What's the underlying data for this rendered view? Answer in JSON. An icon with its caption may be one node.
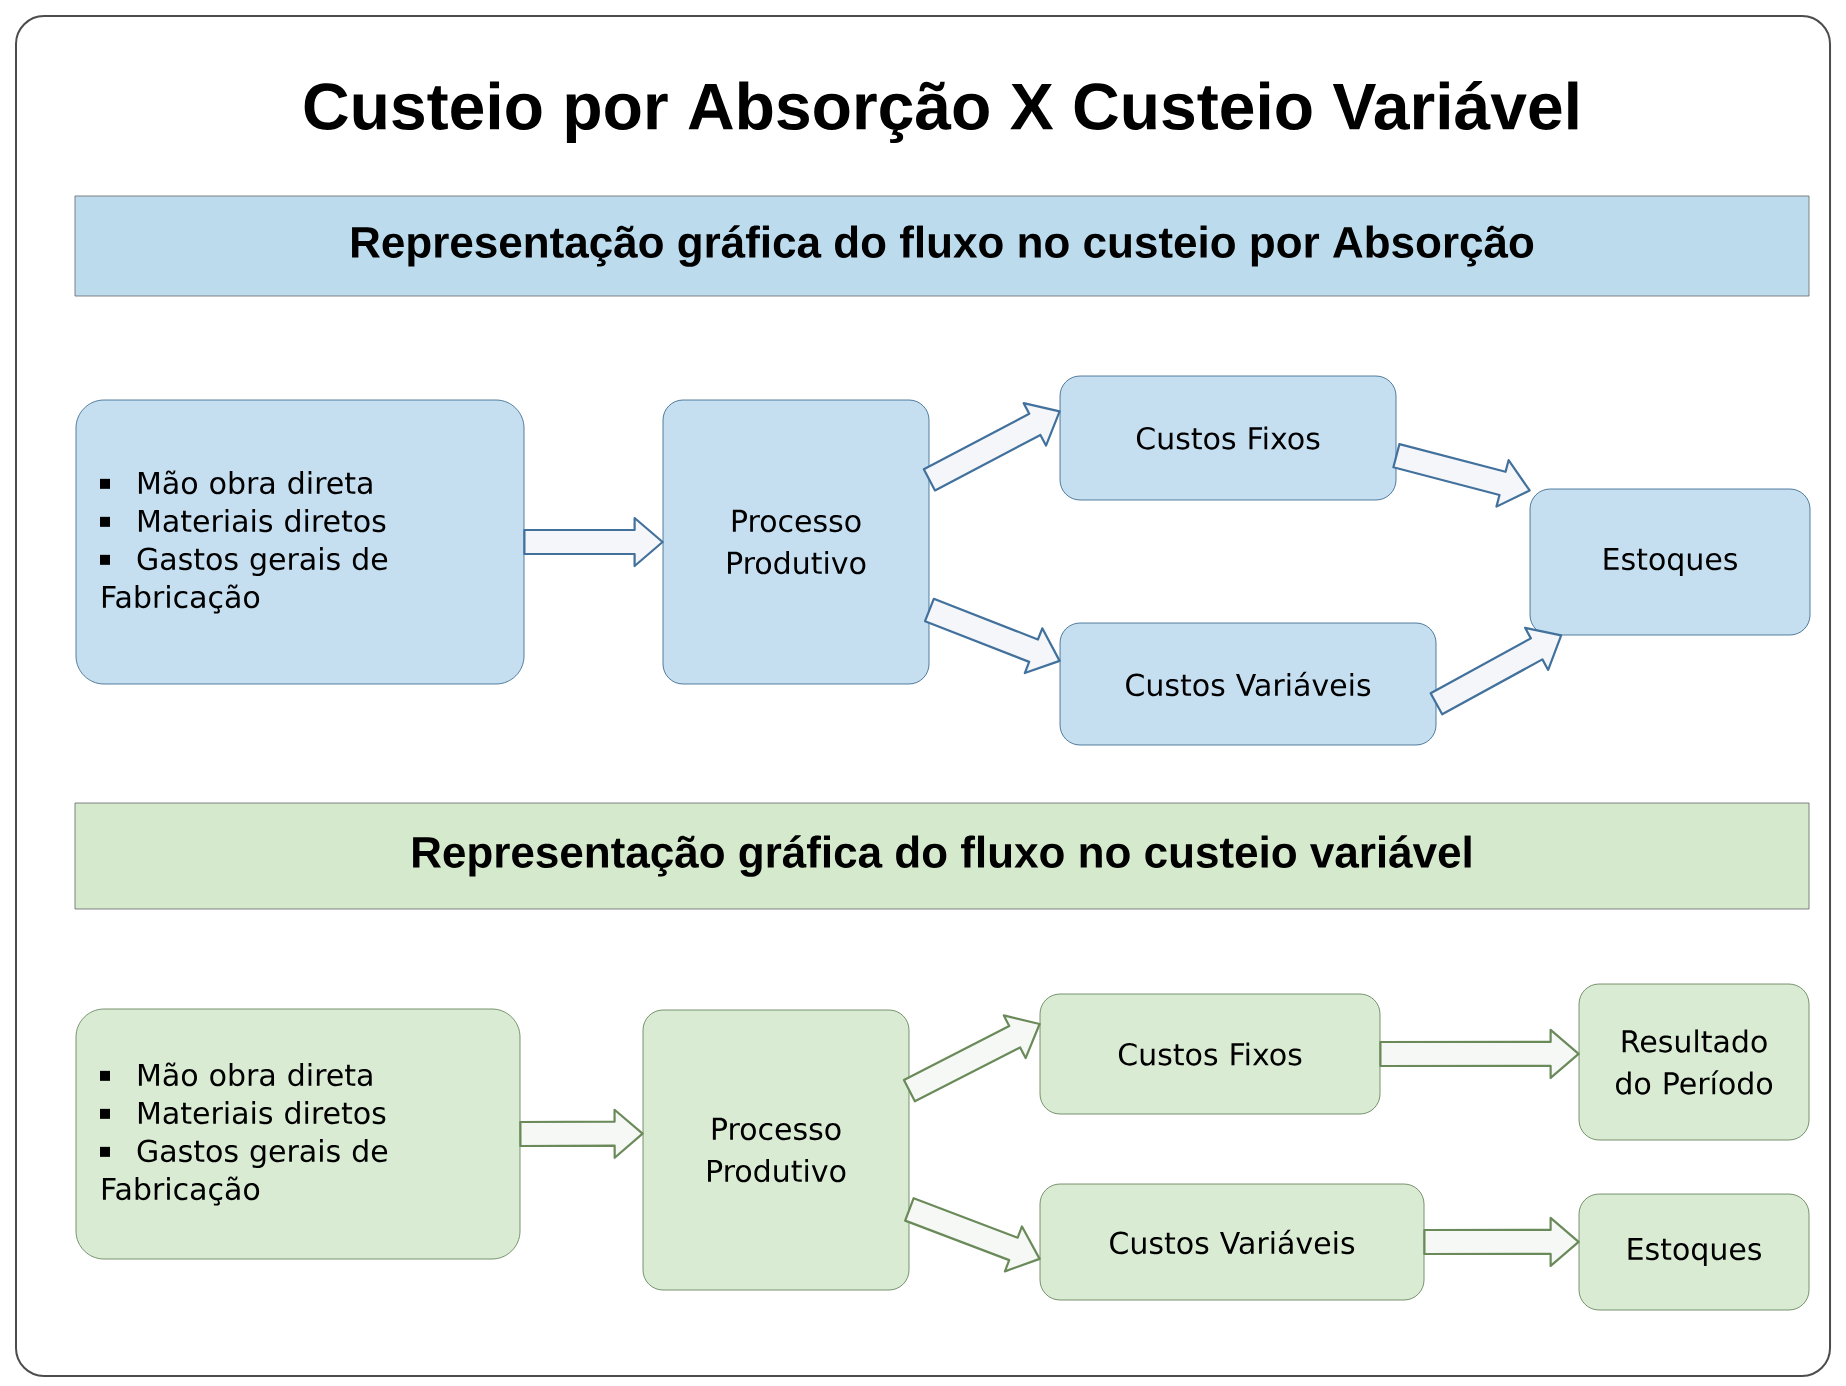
{
  "diagram": {
    "title": "Custeio por Absorção X Custeio Variável",
    "nodes": [
      {
        "text": [
          "Representação gráfica do fluxo no custeio por Absorção"
        ]
      },
      {
        "text": [
          "Mão obra direta",
          "Materiais diretos",
          "Gastos gerais de Fabricação"
        ]
      },
      {
        "text": [
          "Processo Produtivo"
        ]
      },
      {
        "text": [
          "Custos Fixos"
        ]
      },
      {
        "text": [
          "Custos Variáveis"
        ]
      },
      {
        "text": [
          "Estoques"
        ]
      },
      {
        "text": [
          "Representação gráfica do fluxo no custeio variável"
        ]
      },
      {
        "text": [
          "Mão obra direta",
          "Materiais diretos",
          "Gastos gerais de Fabricação"
        ]
      },
      {
        "text": [
          "Processo Produtivo"
        ]
      },
      {
        "text": [
          "Custos Fixos"
        ]
      },
      {
        "text": [
          "Custos Variáveis"
        ]
      },
      {
        "text": [
          "Resultado do Período"
        ]
      },
      {
        "text": [
          "Estoques"
        ]
      }
    ],
    "edges": [
      {
        "from": 1,
        "to": 2,
        "arrow": "to",
        "color": "#41719c"
      },
      {
        "from": 2,
        "to": 3,
        "arrow": "to",
        "color": "#41719c"
      },
      {
        "from": 2,
        "to": 4,
        "arrow": "to",
        "color": "#41719c"
      },
      {
        "from": 3,
        "to": 5,
        "arrow": "to",
        "color": "#41719c"
      },
      {
        "from": 4,
        "to": 5,
        "arrow": "to",
        "color": "#41719c"
      },
      {
        "from": 7,
        "to": 8,
        "arrow": "to",
        "color": "#6a8a5a"
      },
      {
        "from": 8,
        "to": 9,
        "arrow": "to",
        "color": "#6a8a5a"
      },
      {
        "from": 8,
        "to": 10,
        "arrow": "to",
        "color": "#6a8a5a"
      },
      {
        "from": 9,
        "to": 11,
        "arrow": "to",
        "color": "#6a8a5a"
      },
      {
        "from": 10,
        "to": 12,
        "arrow": "to",
        "color": "#6a8a5a"
      }
    ]
  }
}
